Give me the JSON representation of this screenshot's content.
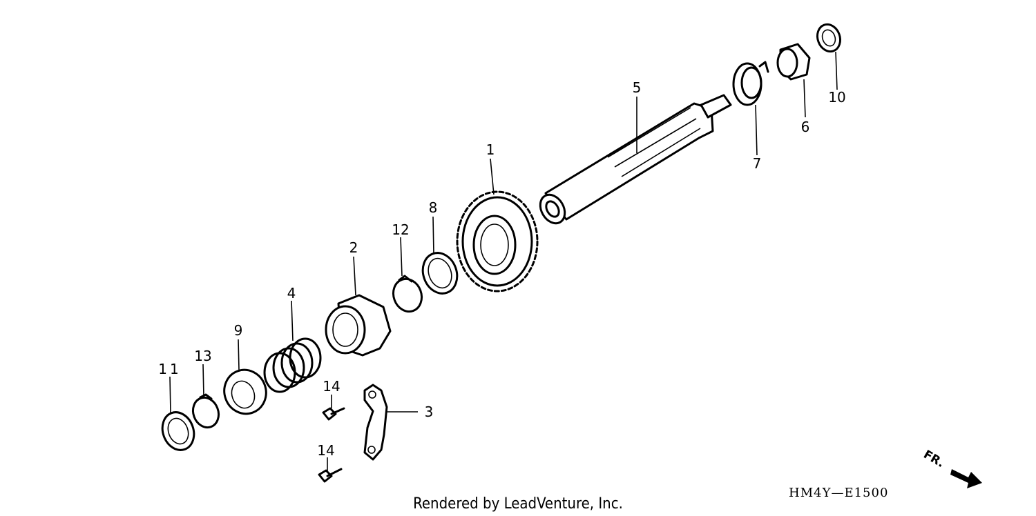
{
  "callouts": [
    "1",
    "2",
    "3",
    "4",
    "5",
    "6",
    "7",
    "8",
    "9",
    "10",
    "11",
    "12",
    "13",
    "14",
    "14"
  ],
  "diagram_code": "HM4Y—E1500",
  "credit": "Rendered by LeadVenture, Inc.",
  "direction_label": "FR."
}
